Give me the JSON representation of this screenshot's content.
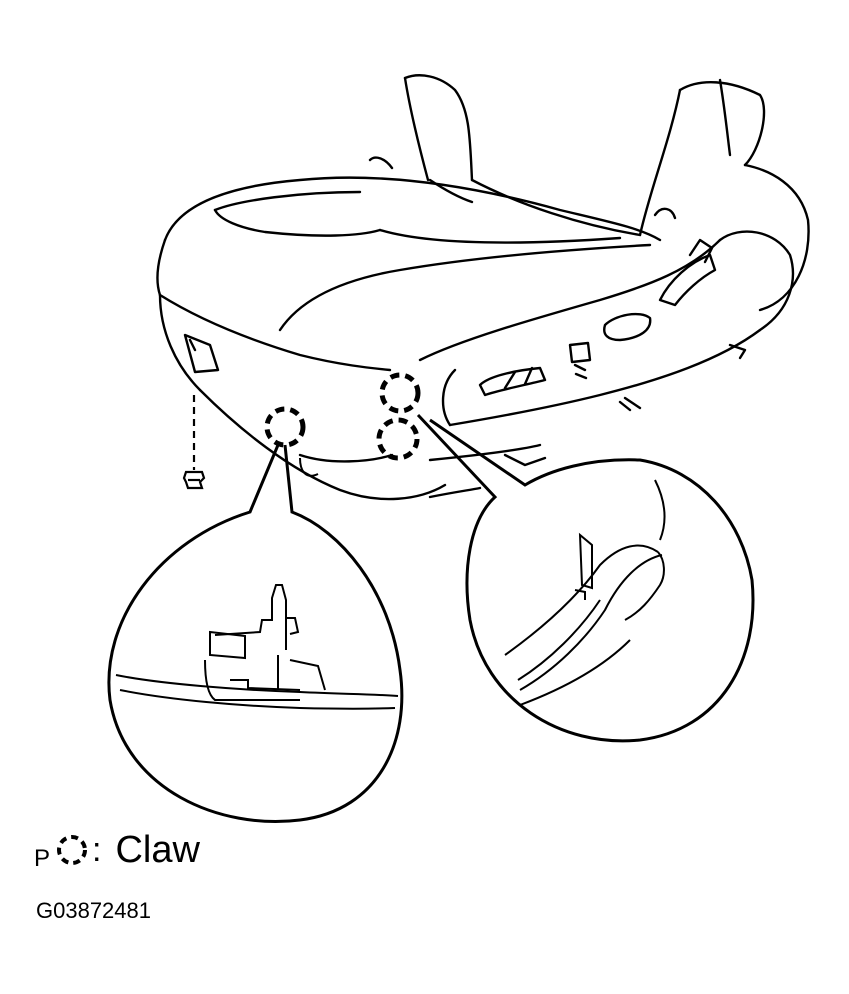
{
  "legend": {
    "prefix": "P",
    "symbol_icon": "dashed-circle-icon",
    "label": "Claw"
  },
  "reference_code": "G03872481",
  "colors": {
    "ink": "#000000",
    "paper": "#ffffff"
  }
}
